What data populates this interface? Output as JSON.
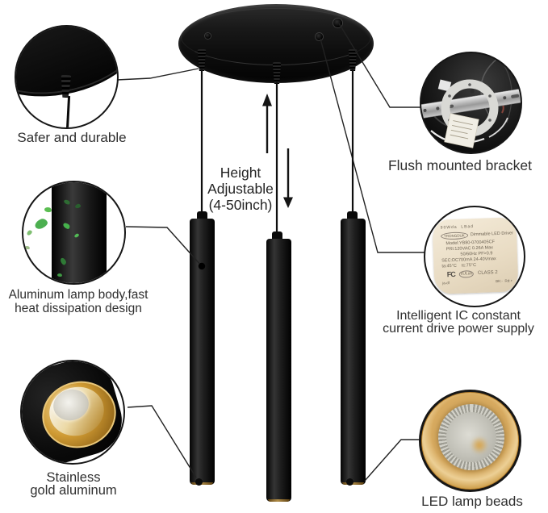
{
  "callouts": {
    "safer": "Safer and durable",
    "flush": "Flush mounted bracket",
    "aluminum_1": "Aluminum lamp body,fast",
    "aluminum_2": "heat dissipation design",
    "ic_1": "Intelligent IC constant",
    "ic_2": "current drive power supply",
    "stainless_1": "Stainless",
    "stainless_2": "gold aluminum",
    "led": "LED lamp beads",
    "height_1": "Height",
    "height_2": "Adjustable",
    "height_3": "(4-50inch)"
  },
  "driver_label": {
    "header": "90Wda  LBad",
    "brand": "TRONGDUK",
    "type": "Dimmable LED Driver",
    "model": "Model:YB80-0700405CF",
    "pri": "PRI:120VAC 0.26A Max",
    "freq": "50/60Hz PF>0.9",
    "sec": "SEC:DC700mA 24-40Vmax",
    "temp": "ta:45°C    tc:75°C",
    "fcc": "FC",
    "ul": "cULus",
    "class2": "CLASS 2",
    "foot_left": "ja-df",
    "foot_right": "BK:-  Rd:+"
  },
  "colors": {
    "fixture_black": "#111111",
    "gold": "#c9923c",
    "leaf_green": "#4caf50",
    "label_beige": "#e9dcc4",
    "text": "#2f2f2f"
  }
}
